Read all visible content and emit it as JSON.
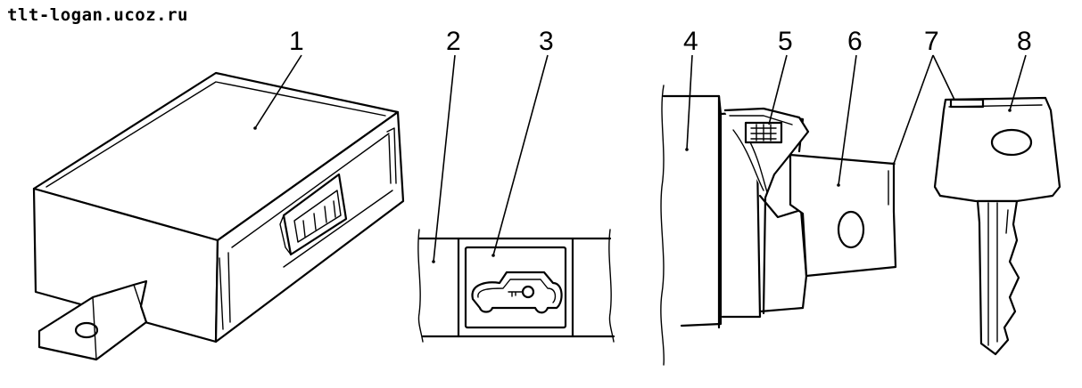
{
  "watermark": "tlt-logan.ucoz.ru",
  "callouts": [
    "1",
    "2",
    "3",
    "4",
    "5",
    "6",
    "7",
    "8"
  ]
}
